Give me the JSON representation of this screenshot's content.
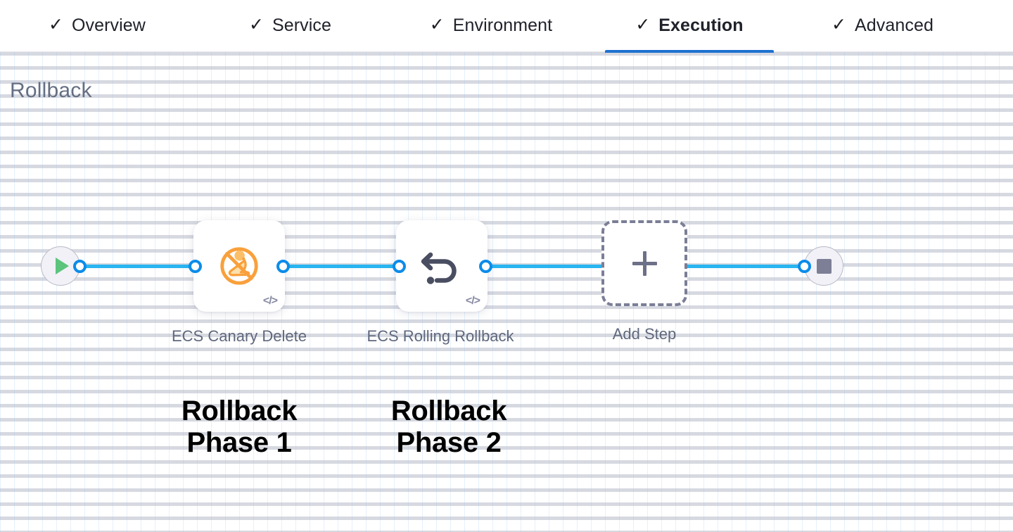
{
  "tabs": [
    {
      "id": "overview",
      "label": "Overview",
      "icon": "check-icon",
      "active": false
    },
    {
      "id": "service",
      "label": "Service",
      "icon": "check-icon",
      "active": false
    },
    {
      "id": "environment",
      "label": "Environment",
      "icon": "check-icon",
      "active": false
    },
    {
      "id": "execution",
      "label": "Execution",
      "icon": "check-icon",
      "active": true
    },
    {
      "id": "advanced",
      "label": "Advanced",
      "icon": "check-icon",
      "active": false
    }
  ],
  "section": {
    "title": "Rollback"
  },
  "pipeline": {
    "start_node": {
      "name": "start-node",
      "icon": "play-icon"
    },
    "end_node": {
      "name": "end-node",
      "icon": "stop-icon"
    },
    "steps": [
      {
        "id": "ecs-canary-delete",
        "label": "ECS Canary Delete",
        "icon": "ecs-canary-delete-icon",
        "code_badge": "</>"
      },
      {
        "id": "ecs-rolling-rollback",
        "label": "ECS Rolling Rollback",
        "icon": "rollback-undo-icon",
        "code_badge": "</>"
      }
    ],
    "add_step": {
      "label": "Add Step",
      "icon": "plus-icon"
    }
  },
  "annotations": [
    {
      "id": "phase-1",
      "line1": "Rollback",
      "line2": "Phase 1"
    },
    {
      "id": "phase-2",
      "line1": "Rollback",
      "line2": "Phase 2"
    }
  ],
  "colors": {
    "accent_blue": "#1e72d0",
    "connector_blue": "#29b5f0",
    "connector_dot": "#0c8ce9",
    "canary_orange": "#f9a03c",
    "rollback_gray": "#4a4e62",
    "terminal_fill": "#f1f1f7",
    "play_green": "#5cc47c",
    "stop_gray": "#7c7f96",
    "label_gray": "#5f687c",
    "title_gray": "#656e82",
    "grid_blue": "#8cbeeb",
    "grid_dash": "#969baf",
    "annotation_black": "#000000"
  },
  "icons": {
    "check": "✓",
    "code": "</>"
  }
}
